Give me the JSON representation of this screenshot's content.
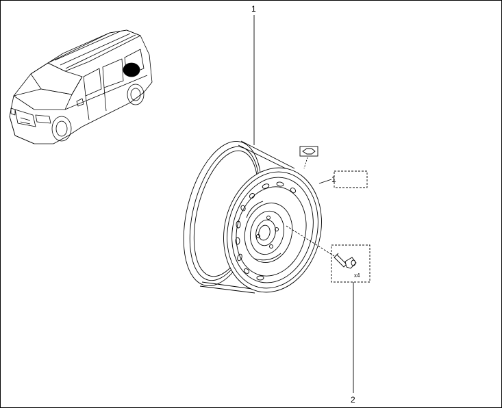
{
  "diagram": {
    "callouts": {
      "rim": "1",
      "bolt": "2",
      "sub_ref": "1"
    },
    "bolt_quantity": "x4"
  }
}
